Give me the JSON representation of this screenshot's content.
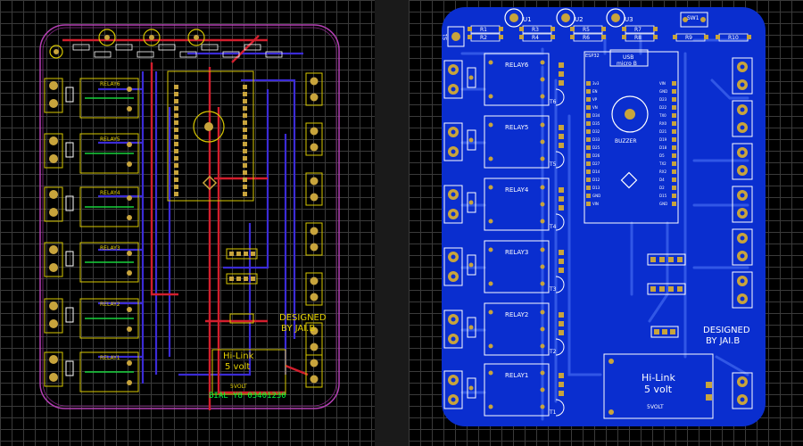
{
  "colors": {
    "canvas_bg": "#000000",
    "grid_line": "#3a3a3a",
    "board_blue": "#0a2ecf",
    "trace_blue": "#3157e6",
    "copper_top": "#d21e2d",
    "copper_bottom": "#3b2bd6",
    "silk_yellow": "#d8c800",
    "pad_gold": "#c8a43c",
    "green_label": "#00ff3c"
  },
  "layout_view": {
    "relays": [
      "RELAY6",
      "RELAY5",
      "RELAY4",
      "RELAY3",
      "RELAY2",
      "RELAY1"
    ],
    "designed_line1": "DESIGNED",
    "designed_line2": "BY JAI.B",
    "hilink_line1": "Hi-Link",
    "hilink_line2": "5 volt",
    "svolt": "5VOLT",
    "mirror_text": "BIAL Y8 03401230"
  },
  "render_view": {
    "top_labels": [
      "U1",
      "U2",
      "U3"
    ],
    "switch_label": "SW1",
    "s1_label": "S1",
    "resistors": [
      "R1",
      "R2",
      "R3",
      "R4",
      "R5",
      "R6",
      "R7",
      "R8",
      "R9",
      "R10"
    ],
    "relays": [
      "RELAY6",
      "RELAY5",
      "RELAY4",
      "RELAY3",
      "RELAY2",
      "RELAY1"
    ],
    "transistors": [
      "T6",
      "T5",
      "T4",
      "T3",
      "T2",
      "T1"
    ],
    "esp_label": "ESP32",
    "usb_line1": "USB",
    "usb_line2": "micro B",
    "buzzer_label": "BUZZER",
    "esp_pins_left": [
      "3v3",
      "EN",
      "VP",
      "VN",
      "D34",
      "D35",
      "D32",
      "D33",
      "D25",
      "D26",
      "D27",
      "D14",
      "D12",
      "D13",
      "GND",
      "VIN"
    ],
    "esp_pins_right": [
      "VIN",
      "GND",
      "D23",
      "D22",
      "TX0",
      "RX0",
      "D21",
      "D19",
      "D18",
      "D5",
      "TX2",
      "RX2",
      "D4",
      "D2",
      "D15",
      "GND"
    ],
    "designed_line1": "DESIGNED",
    "designed_line2": "BY JAI.B",
    "hilink_line1": "Hi-Link",
    "hilink_line2": "5 volt",
    "svolt": "5VOLT"
  }
}
